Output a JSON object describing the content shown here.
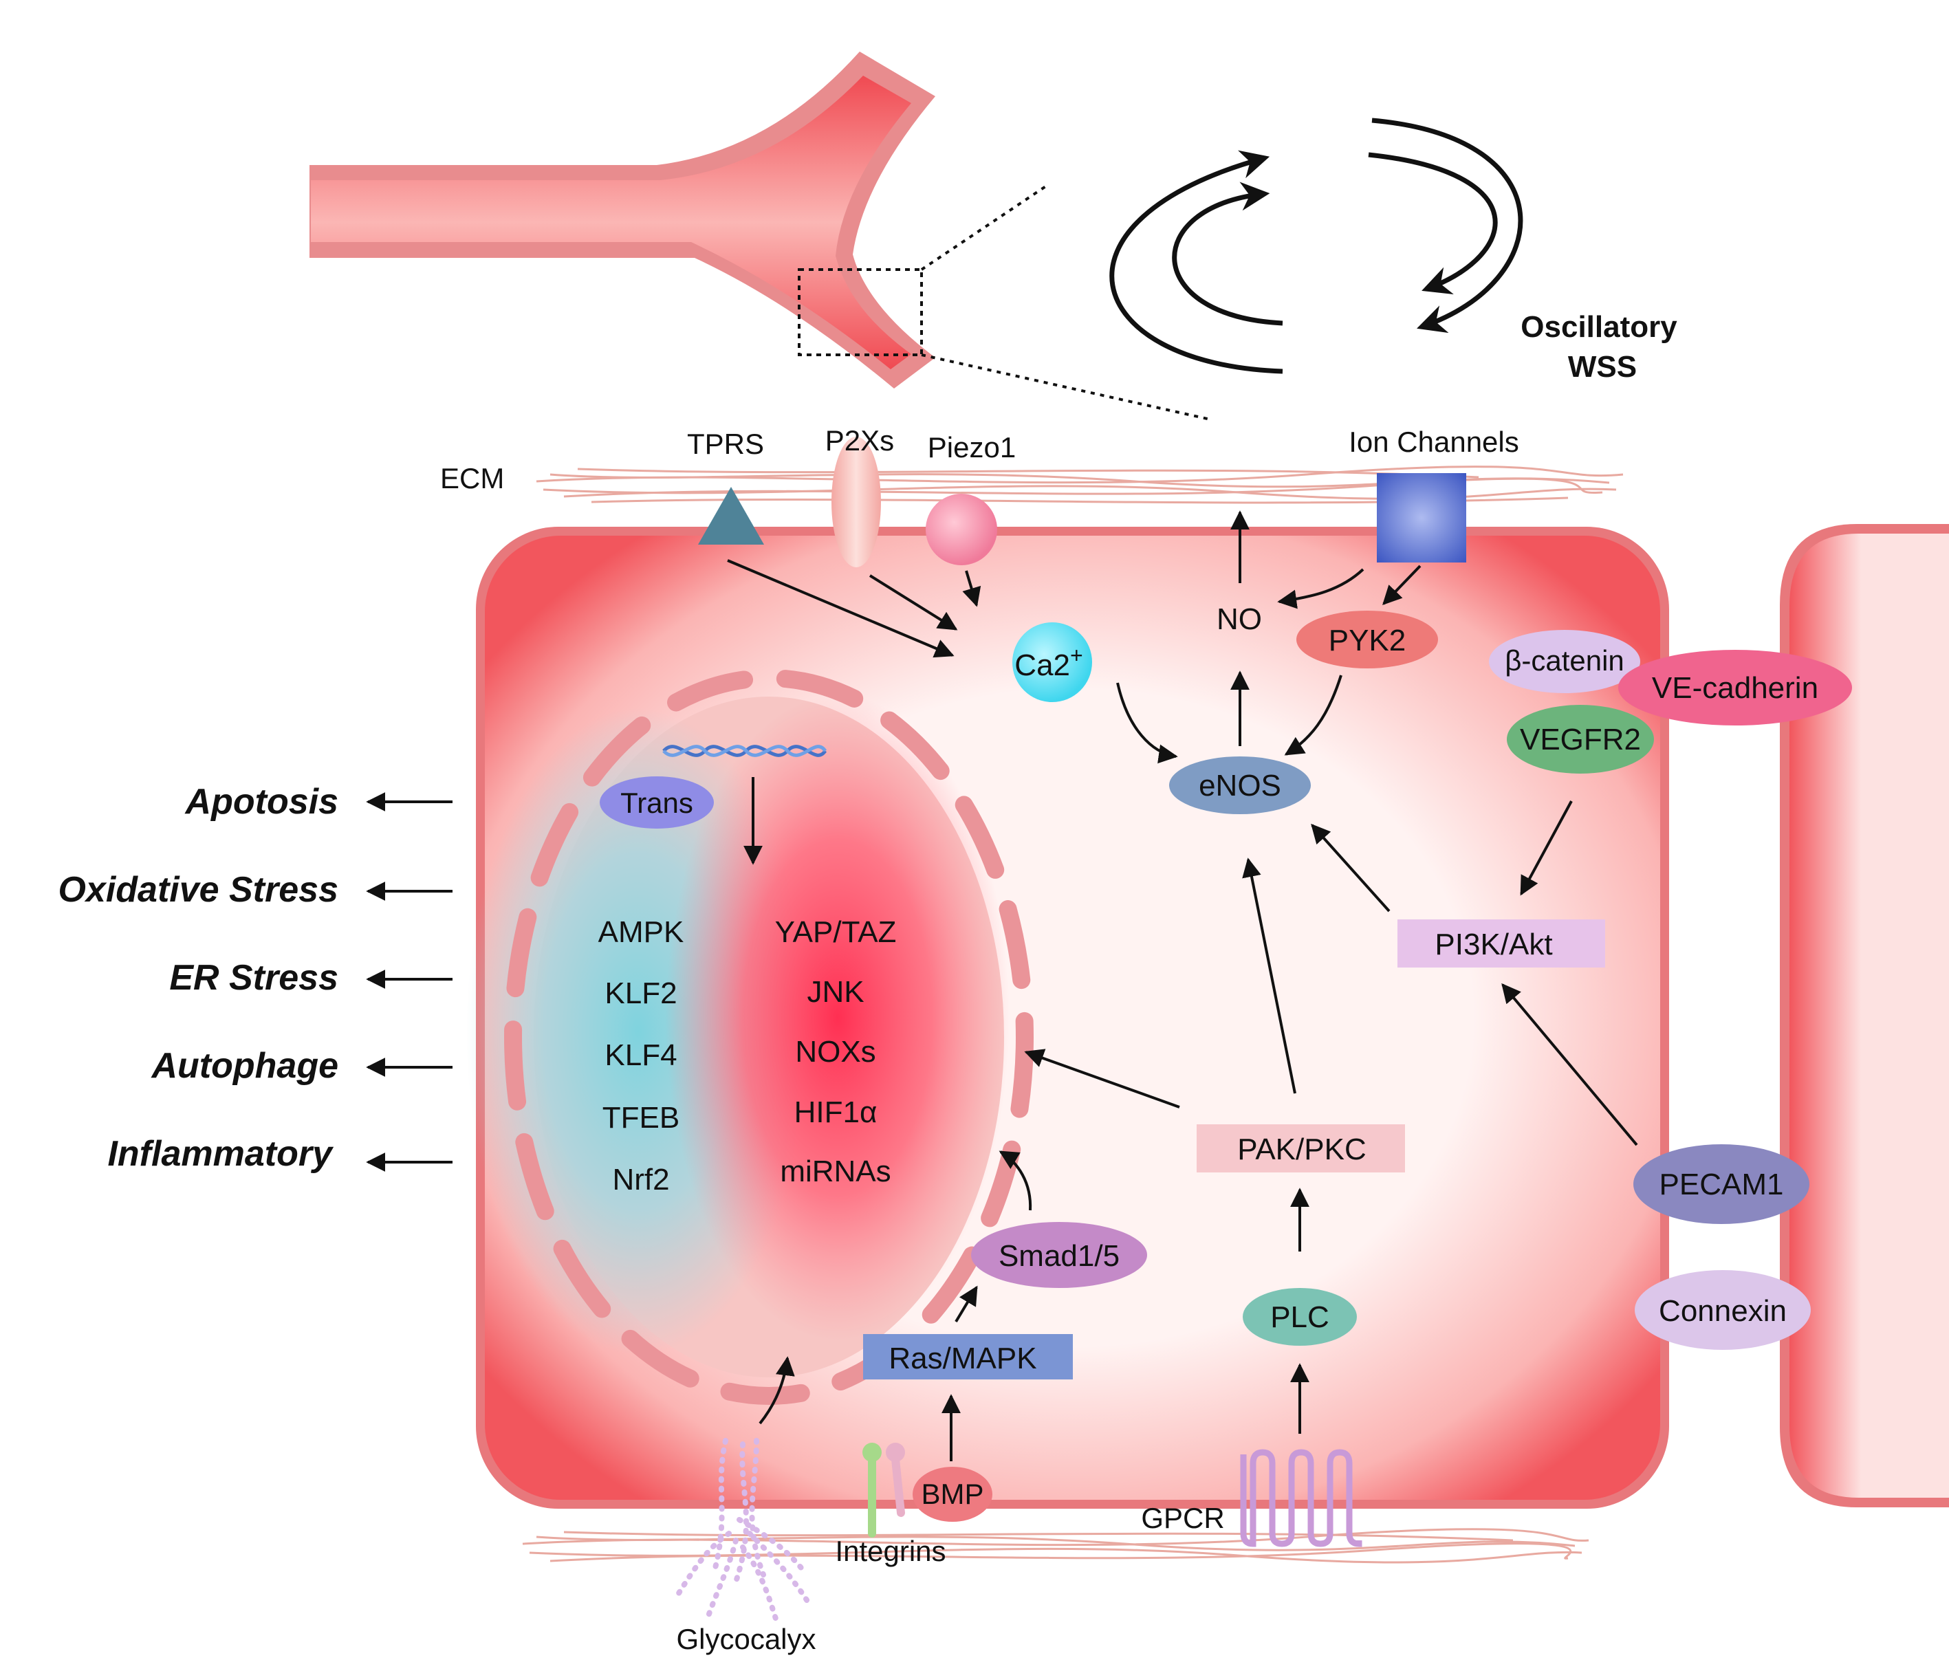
{
  "flow": {
    "title_line1": "Oscillatory",
    "title_line2": "WSS"
  },
  "membrane_labels": {
    "ecm": "ECM",
    "tprs": "TPRS",
    "p2xs": "P2Xs",
    "piezo1": "Piezo1",
    "ion_channels": "Ion Channels",
    "glycocalyx": "Glycocalyx",
    "integrins": "Integrins",
    "gpcr": "GPCR"
  },
  "nodes": {
    "no": "NO",
    "pyk2": "PYK2",
    "ca2": "Ca2",
    "ca2_sup": "+",
    "enos": "eNOS",
    "beta_catenin": "β-catenin",
    "ve_cadherin": "VE-cadherin",
    "vegfr2": "VEGFR2",
    "pi3k_akt": "PI3K/Akt",
    "pak_pkc": "PAK/PKC",
    "plc": "PLC",
    "smad": "Smad1/5",
    "ras_mapk": "Ras/MAPK",
    "bmp": "BMP",
    "pecam1": "PECAM1",
    "connexin": "Connexin",
    "trans": "Trans"
  },
  "nucleus": {
    "protective": [
      "AMPK",
      "KLF2",
      "KLF4",
      "TFEB",
      "Nrf2"
    ],
    "pathogenic": [
      "YAP/TAZ",
      "JNK",
      "NOXs",
      "HIF1α",
      "miRNAs"
    ]
  },
  "outcomes": [
    "Apotosis",
    "Oxidative Stress",
    "ER Stress",
    "Autophage",
    "Inflammatory"
  ],
  "colors": {
    "vessel": "#f04d55",
    "cell_fill": "#fff0ef",
    "cell_border": "#ef5d63",
    "enos": "#7f9cc4",
    "pyk2": "#ee7a78",
    "ca2": "#63e2f0",
    "ve_cadherin": "#f0648e",
    "vegfr2": "#6cb47c",
    "pecam1": "#8a88c0",
    "connexin": "#dcc6ea",
    "smad": "#c48ac8",
    "ras_mapk": "#7b95d4",
    "plc": "#7cc3b4",
    "pi3k": "#e7c3ea",
    "pak": "#f6c8cc",
    "ion_channel": "#5a73cc",
    "tprs": "#4e8398"
  }
}
